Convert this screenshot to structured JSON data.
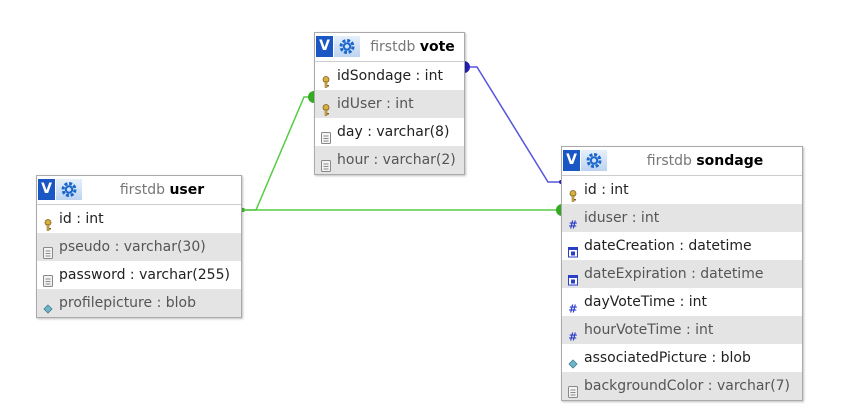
{
  "tables": {
    "vote": {
      "db": "firstdb",
      "name": "vote",
      "columns": [
        {
          "label": "idSondage : int",
          "icon": "key-icon"
        },
        {
          "label": "idUser : int",
          "icon": "key-icon"
        },
        {
          "label": "day : varchar(8)",
          "icon": "text-field-icon"
        },
        {
          "label": "hour : varchar(2)",
          "icon": "text-field-icon"
        }
      ]
    },
    "user": {
      "db": "firstdb",
      "name": "user",
      "columns": [
        {
          "label": "id : int",
          "icon": "key-icon"
        },
        {
          "label": "pseudo : varchar(30)",
          "icon": "text-field-icon"
        },
        {
          "label": "password : varchar(255)",
          "icon": "text-field-icon"
        },
        {
          "label": "profilepicture : blob",
          "icon": "blob-icon"
        }
      ]
    },
    "sondage": {
      "db": "firstdb",
      "name": "sondage",
      "columns": [
        {
          "label": "id : int",
          "icon": "key-icon"
        },
        {
          "label": "iduser : int",
          "icon": "number-field-icon"
        },
        {
          "label": "dateCreation : datetime",
          "icon": "datetime-field-icon"
        },
        {
          "label": "dateExpiration : datetime",
          "icon": "datetime-field-icon"
        },
        {
          "label": "dayVoteTime : int",
          "icon": "number-field-icon"
        },
        {
          "label": "hourVoteTime : int",
          "icon": "number-field-icon"
        },
        {
          "label": "associatedPicture : blob",
          "icon": "blob-icon"
        },
        {
          "label": "backgroundColor : varchar(7)",
          "icon": "text-field-icon"
        }
      ]
    }
  },
  "header_button_label": "V",
  "colors": {
    "relation_green": "#55cc44",
    "relation_blue": "#5555dd",
    "header_v_button": "#1a56c4"
  }
}
